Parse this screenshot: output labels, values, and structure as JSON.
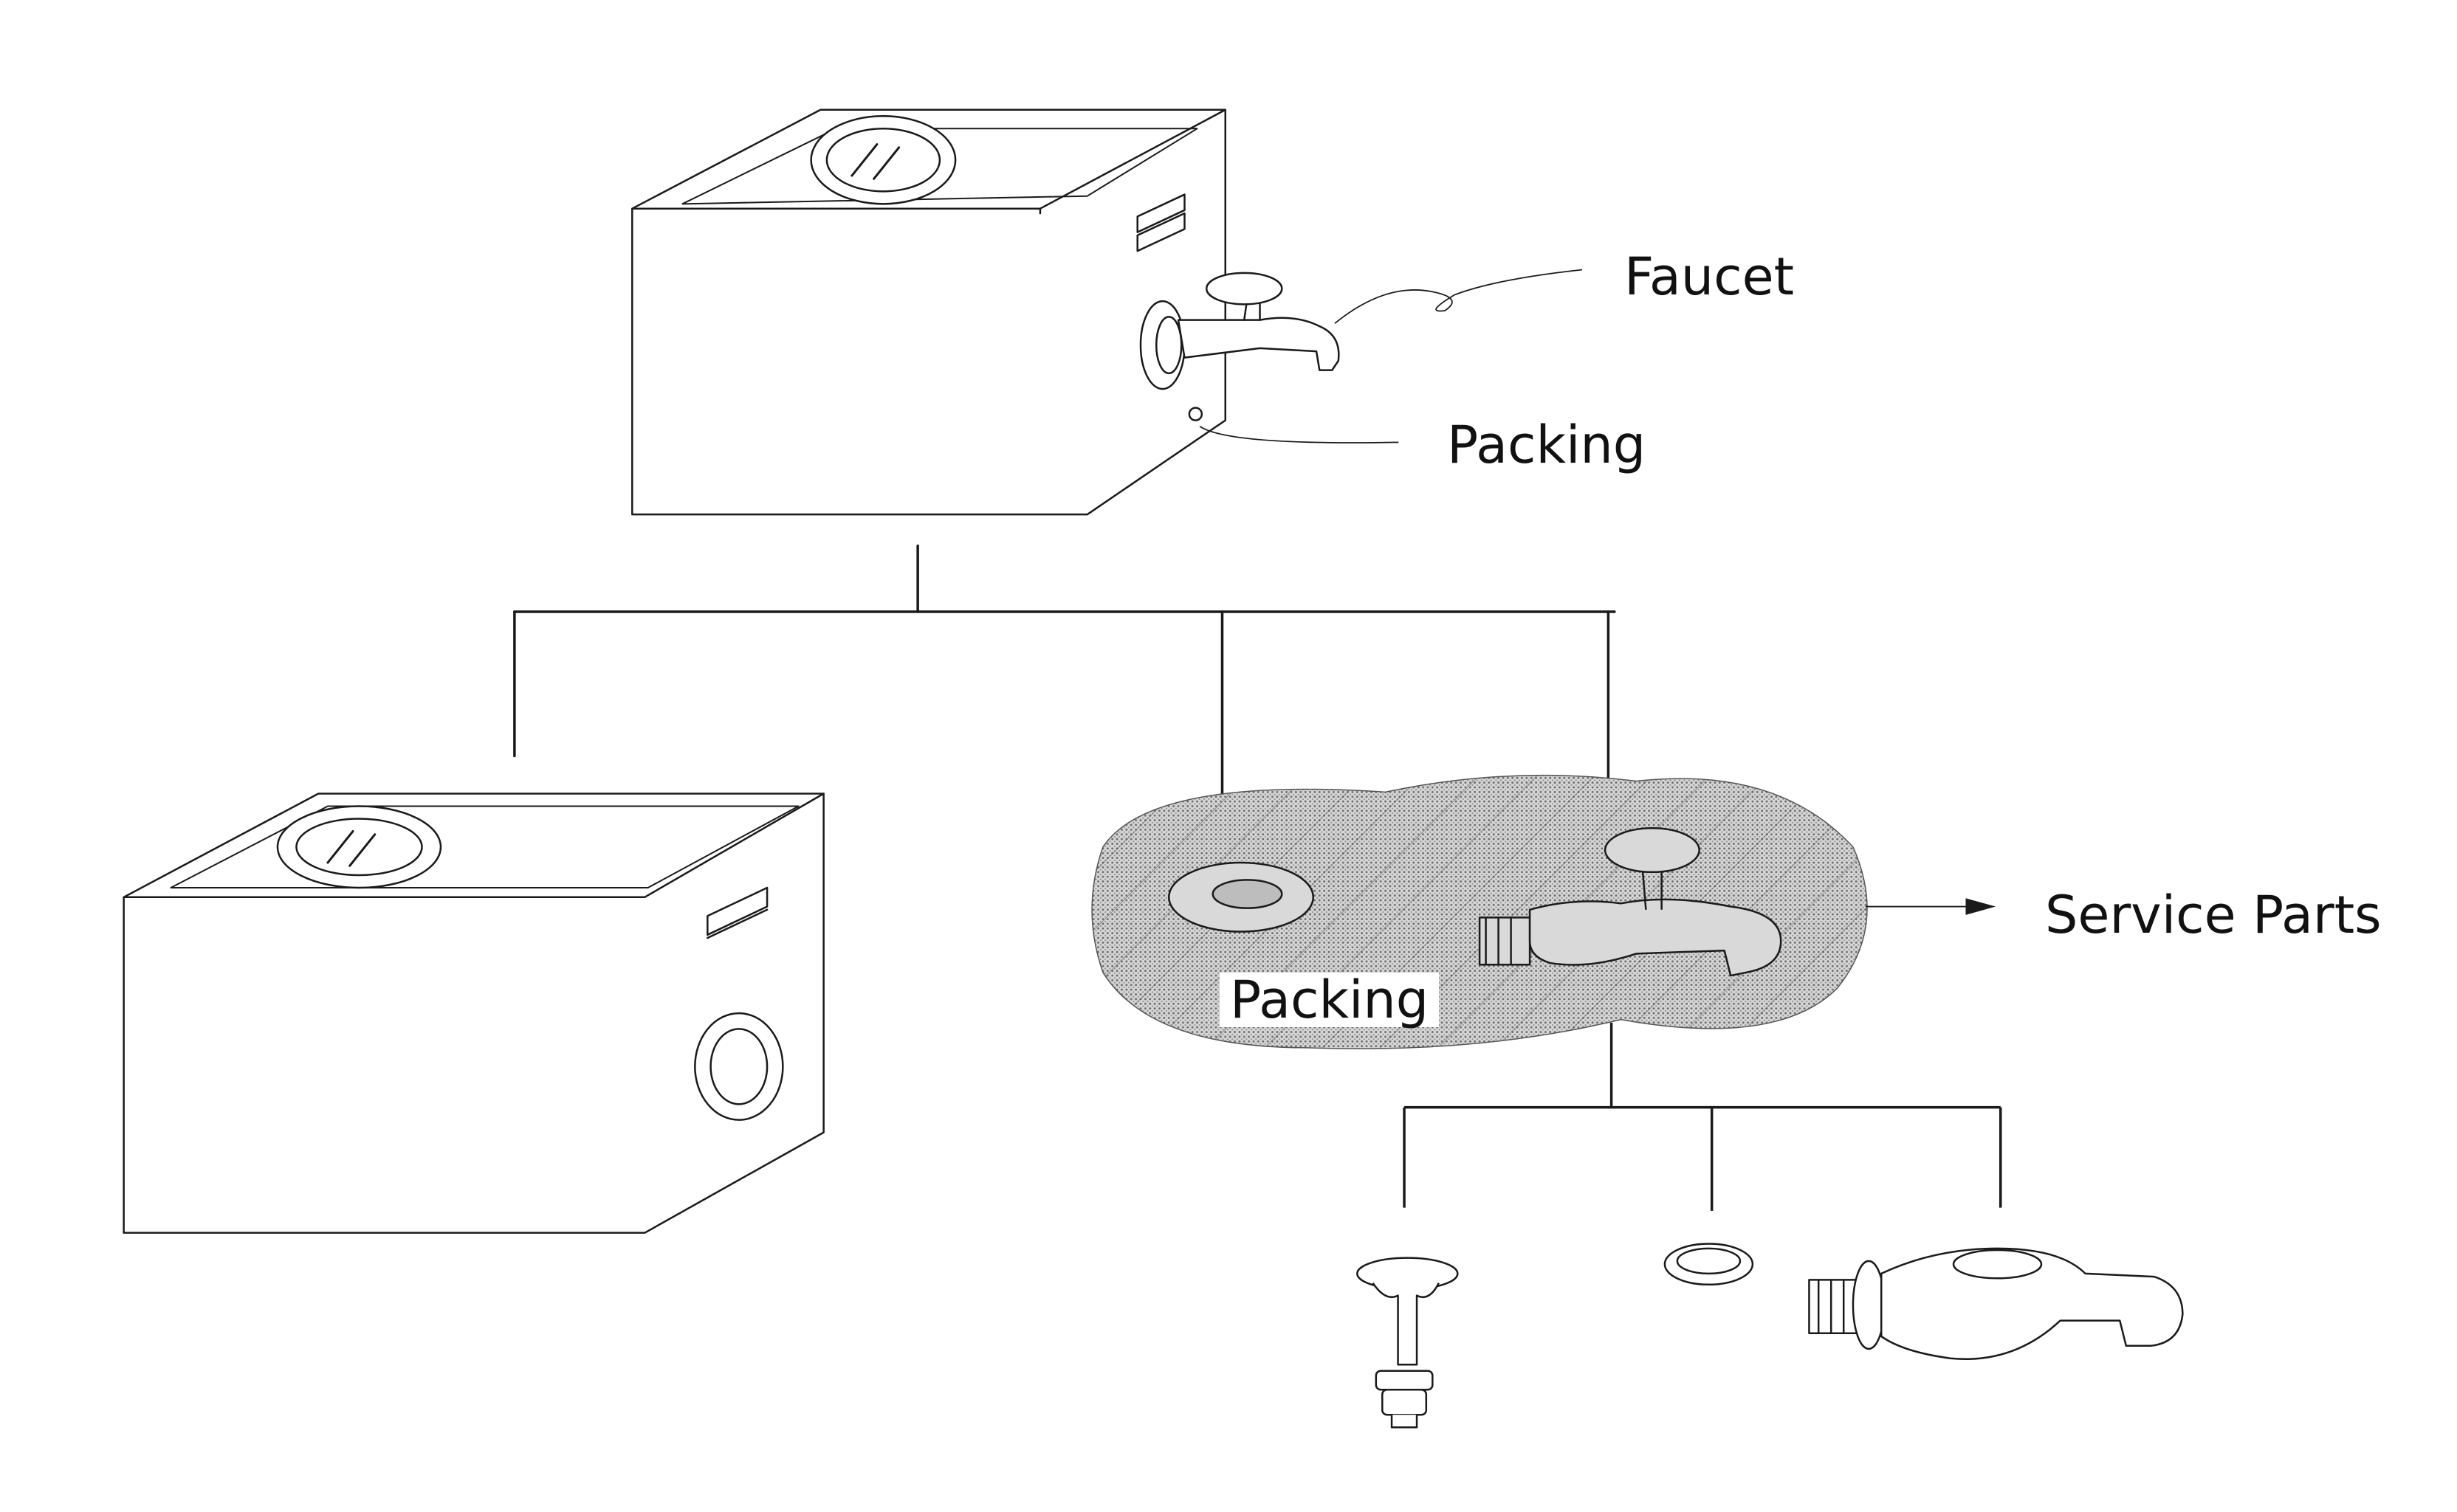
{
  "labels": {
    "faucet": "Faucet",
    "packing_top": "Packing",
    "service_parts": "Service Parts",
    "packing_mid": "Packing"
  },
  "colors": {
    "ink": "#1a1a1a",
    "background": "#ffffff",
    "shade": "#9a9a9a",
    "hatch": "#3a3a3a"
  }
}
